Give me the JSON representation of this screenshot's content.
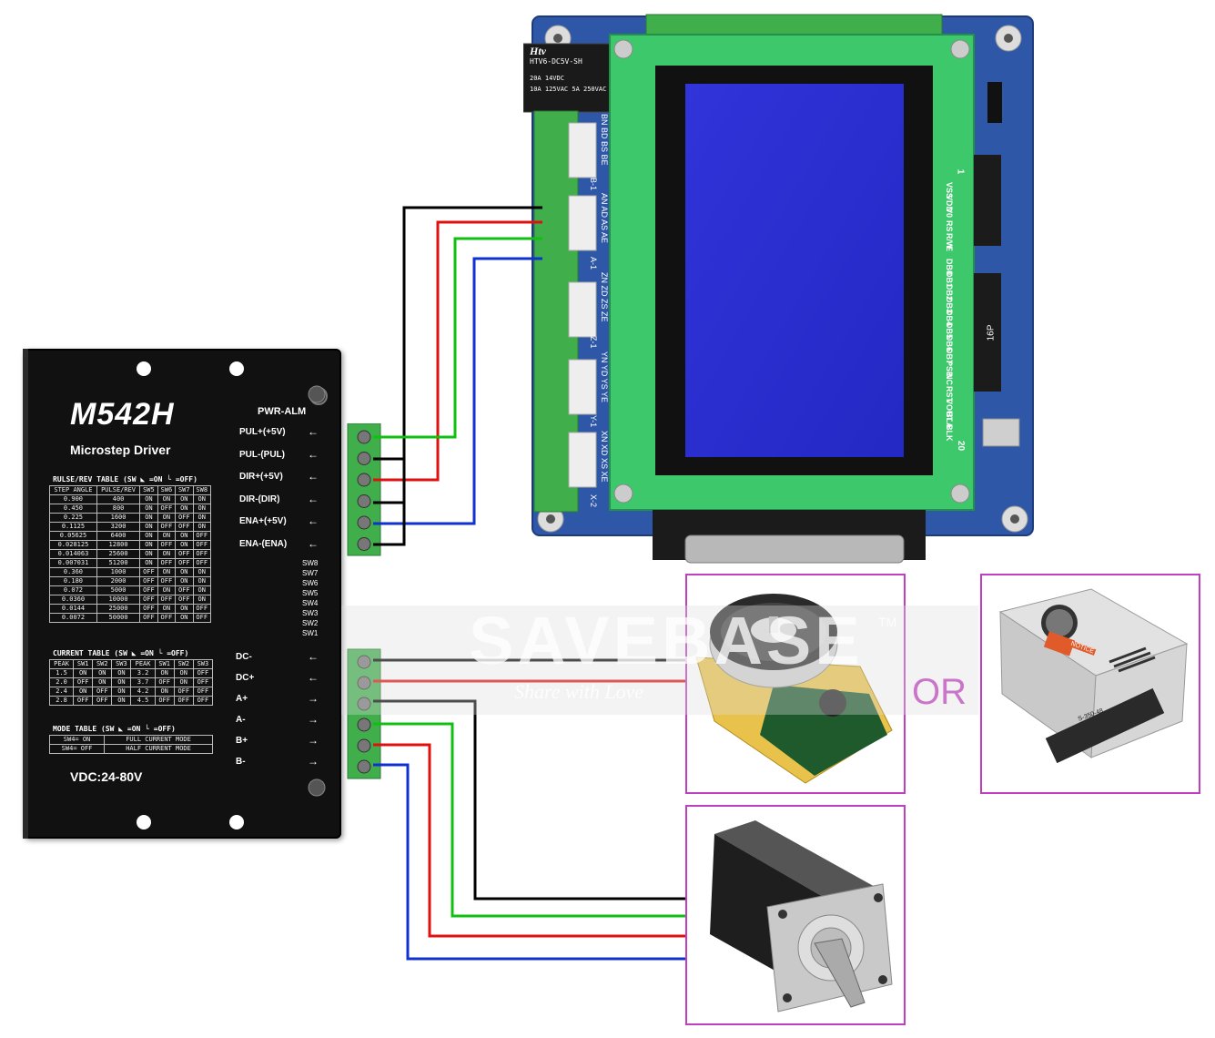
{
  "driver": {
    "model": "M542H",
    "subtitle": "Microstep Driver",
    "pwr_alm": "PWR-ALM",
    "signal_pins": [
      "PUL+(+5V)",
      "PUL-(PUL)",
      "DIR+(+5V)",
      "DIR-(DIR)",
      "ENA+(+5V)",
      "ENA-(ENA)"
    ],
    "switch_labels": [
      "SW8",
      "SW7",
      "SW6",
      "SW5",
      "SW4",
      "SW3",
      "SW2",
      "SW1"
    ],
    "power_pins": [
      "DC-",
      "DC+",
      "A+",
      "A-",
      "B+",
      "B-"
    ],
    "vdc": "VDC:24-80V",
    "pulse_table": {
      "caption": "RULSE/REV TABLE (SW ◣ =ON └ =OFF)",
      "headers": [
        "STEP ANGLE",
        "PULSE/REV",
        "SW5",
        "SW6",
        "SW7",
        "SW8"
      ],
      "rows": [
        [
          "0.900",
          "400",
          "ON",
          "ON",
          "ON",
          "ON"
        ],
        [
          "0.450",
          "800",
          "ON",
          "OFF",
          "ON",
          "ON"
        ],
        [
          "0.225",
          "1600",
          "ON",
          "ON",
          "OFF",
          "ON"
        ],
        [
          "0.1125",
          "3200",
          "ON",
          "OFF",
          "OFF",
          "ON"
        ],
        [
          "0.05625",
          "6400",
          "ON",
          "ON",
          "ON",
          "OFF"
        ],
        [
          "0.028125",
          "12800",
          "ON",
          "OFF",
          "ON",
          "OFF"
        ],
        [
          "0.014063",
          "25600",
          "ON",
          "ON",
          "OFF",
          "OFF"
        ],
        [
          "0.007031",
          "51200",
          "ON",
          "OFF",
          "OFF",
          "OFF"
        ],
        [
          "0.360",
          "1000",
          "OFF",
          "ON",
          "ON",
          "ON"
        ],
        [
          "0.180",
          "2000",
          "OFF",
          "OFF",
          "ON",
          "ON"
        ],
        [
          "0.072",
          "5000",
          "OFF",
          "ON",
          "OFF",
          "ON"
        ],
        [
          "0.0360",
          "10000",
          "OFF",
          "OFF",
          "OFF",
          "ON"
        ],
        [
          "0.0144",
          "25000",
          "OFF",
          "ON",
          "ON",
          "OFF"
        ],
        [
          "0.0072",
          "50000",
          "OFF",
          "OFF",
          "ON",
          "OFF"
        ]
      ]
    },
    "current_table": {
      "caption": "CURRENT TABLE (SW ◣ =ON └ =OFF)",
      "headers": [
        "PEAK",
        "SW1",
        "SW2",
        "SW3",
        "PEAK",
        "SW1",
        "SW2",
        "SW3"
      ],
      "rows": [
        [
          "1.5",
          "ON",
          "ON",
          "ON",
          "3.2",
          "ON",
          "ON",
          "OFF"
        ],
        [
          "2.0",
          "OFF",
          "ON",
          "ON",
          "3.7",
          "OFF",
          "ON",
          "OFF"
        ],
        [
          "2.4",
          "ON",
          "OFF",
          "ON",
          "4.2",
          "ON",
          "OFF",
          "OFF"
        ],
        [
          "2.8",
          "OFF",
          "OFF",
          "ON",
          "4.5",
          "OFF",
          "OFF",
          "OFF"
        ]
      ]
    },
    "mode_table": {
      "caption": "MODE TABLE (SW ◣ =ON └ =OFF)",
      "rows": [
        [
          "SW4= ON",
          "FULL CURRENT MODE"
        ],
        [
          "SW4= OFF",
          "HALF CURRENT MODE"
        ]
      ]
    }
  },
  "board": {
    "relay_brand": "Htv",
    "relay_model": "HTV6-DC5V-SH",
    "relay_ratings": [
      "20A 14VDC",
      "10A 125VAC 5A 250VAC"
    ],
    "lcd_pins": [
      "VSS",
      "VDD",
      "V0",
      "RS",
      "R/W",
      "E",
      "DB0",
      "DB1",
      "DB2",
      "DB3",
      "DB4",
      "DB5",
      "DB6",
      "DB7",
      "PSB",
      "NC",
      "RST",
      "VOUT",
      "BLA",
      "BLK"
    ],
    "lcd_pin_first": "1",
    "lcd_pin_last": "20",
    "header_label": "16P",
    "terminal_groups": [
      "BN BD BS BE",
      "AN AD AS AE",
      "ZN ZD ZS ZE",
      "YN YD YS YE",
      "XN XD XS XE"
    ],
    "connector_labels": [
      "B-1",
      "A-1",
      "Z-1",
      "Y-1",
      "X-2"
    ]
  },
  "labels": {
    "or": "OR",
    "watermark": "SAVEBASE",
    "watermark_tm": "TM",
    "watermark_sub": "Share with Love"
  },
  "psu": {
    "notice": "NOTICE",
    "model": "S-350-48"
  },
  "colors": {
    "frame": "#c03ec0",
    "pcb_blue": "#2e57a8",
    "pcb_green": "#3cc86b",
    "lcd": "#2a2ed0",
    "terminal": "#3fae4b",
    "wire_black": "#000000",
    "wire_red": "#e01010",
    "wire_green": "#10c010",
    "wire_blue": "#1030d0"
  }
}
